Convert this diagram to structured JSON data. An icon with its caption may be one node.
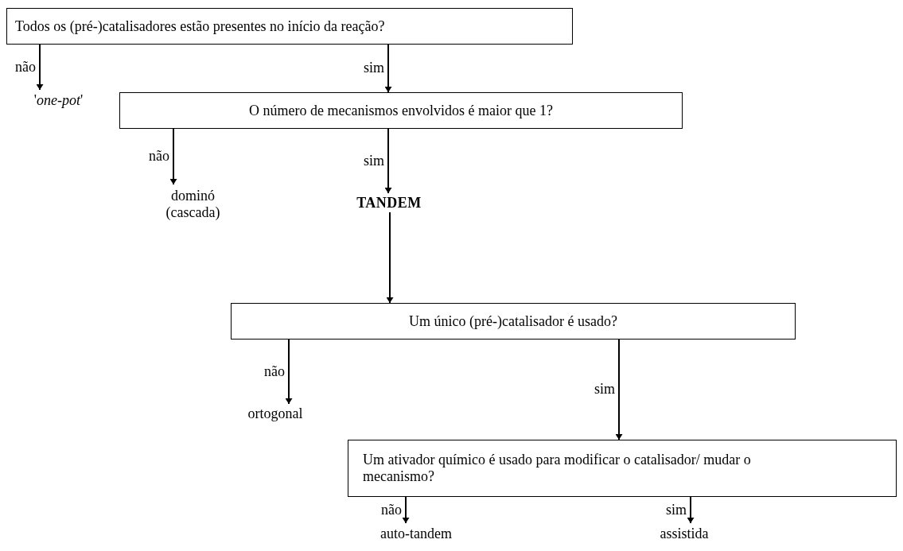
{
  "diagram": {
    "nodes": [
      {
        "text": [
          "Todos os (pré-)catalisadores estão presentes no início da reação?"
        ]
      },
      {
        "text": [
          "'*one-pot*'"
        ]
      },
      {
        "text": [
          "O número de mecanismos envolvidos é maior que 1?"
        ]
      },
      {
        "text": [
          "dominó (cascada)"
        ]
      },
      {
        "text": [
          "TANDEM"
        ]
      },
      {
        "text": [
          "Um único (pré-)catalisador é usado?"
        ]
      },
      {
        "text": [
          "ortogonal"
        ]
      },
      {
        "text": [
          "Um ativador químico é usado para modificar o catalisador/ mudar o mecanismo?"
        ]
      },
      {
        "text": [
          "auto-tandem"
        ]
      },
      {
        "text": [
          "assistida"
        ]
      }
    ],
    "edges": [
      {
        "from": 0,
        "to": 1,
        "arrow": "to",
        "label": "não"
      },
      {
        "from": 0,
        "to": 2,
        "arrow": "to",
        "label": "sim"
      },
      {
        "from": 2,
        "to": 3,
        "arrow": "to",
        "label": "não"
      },
      {
        "from": 2,
        "to": 4,
        "arrow": "to",
        "label": "sim"
      },
      {
        "from": 4,
        "to": 5,
        "arrow": "to"
      },
      {
        "from": 5,
        "to": 6,
        "arrow": "to",
        "label": "não"
      },
      {
        "from": 5,
        "to": 7,
        "arrow": "to",
        "label": "sim"
      },
      {
        "from": 7,
        "to": 8,
        "arrow": "to",
        "label": "não"
      },
      {
        "from": 7,
        "to": 9,
        "arrow": "to",
        "label": "sim"
      }
    ]
  }
}
